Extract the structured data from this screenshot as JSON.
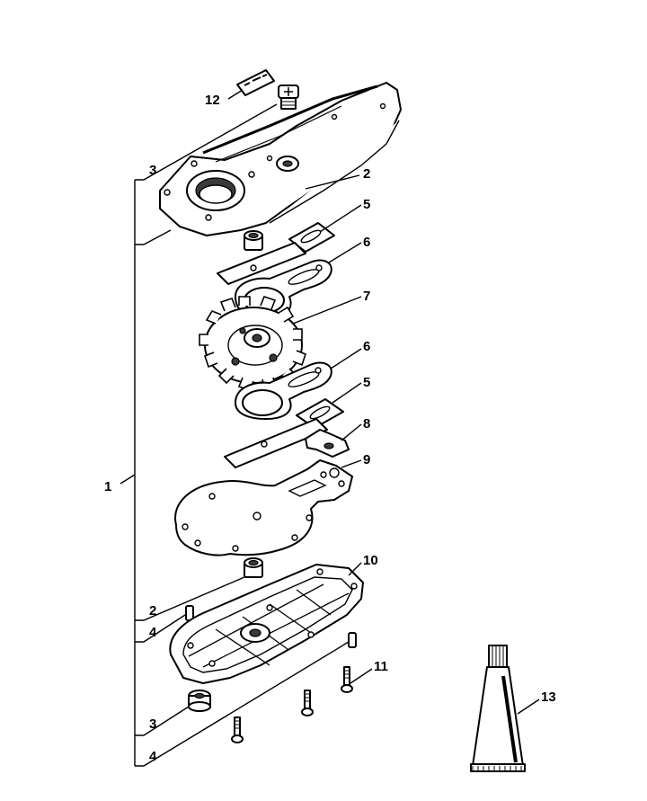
{
  "labels": {
    "l1": "1",
    "l2a": "2",
    "l2b": "2",
    "l3a": "3",
    "l3b": "3",
    "l4a": "4",
    "l4b": "4",
    "l5a": "5",
    "l5b": "5",
    "l6a": "6",
    "l6b": "6",
    "l7": "7",
    "l8": "8",
    "l9": "9",
    "l10": "10",
    "l11": "11",
    "l12": "12",
    "l13": "13"
  }
}
